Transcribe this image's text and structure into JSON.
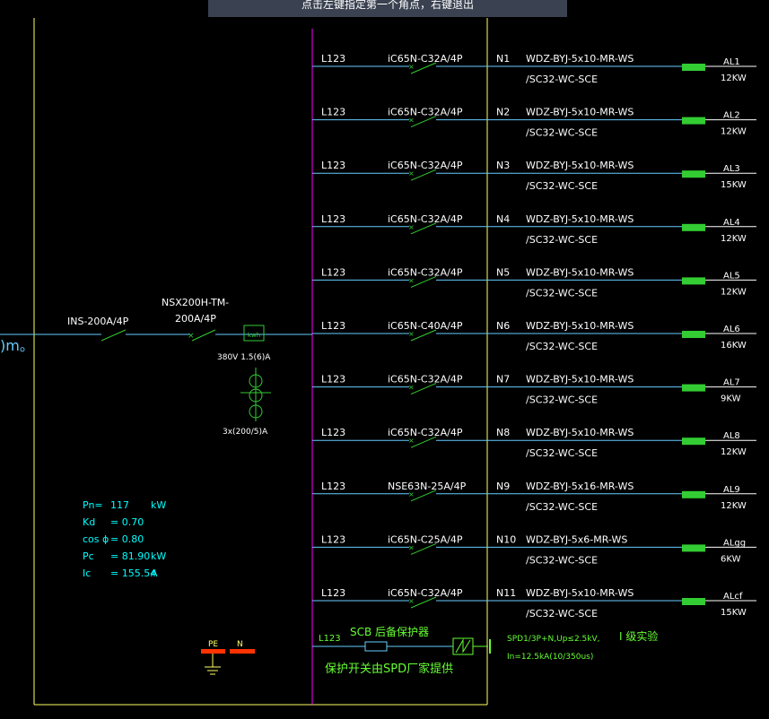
{
  "command_prompt": "点击左键指定第一个角点，右键退出",
  "colors": {
    "background": "#000000",
    "frame": "#ffff66",
    "busbar": "#ff00ff",
    "wire": "#66ccff",
    "text": "#ffffff",
    "calc_text": "#00ffff",
    "spd_text": "#66ff33",
    "load_symbol": "#33cc33",
    "breaker": "#33cc33",
    "ground": "#ff3300"
  },
  "incoming": {
    "source_fragment": ")m。",
    "isolator": "INS-200A/4P",
    "breaker_line1": "NSX200H-TM-",
    "breaker_line2": "200A/4P",
    "meter_label": "kwh",
    "meter_rating": "380V 1.5(6)A",
    "ct_rating": "3x(200/5)A"
  },
  "calculation": [
    {
      "label": "Pn=",
      "value": "117",
      "unit": "kW"
    },
    {
      "label": "Kd",
      "value": "= 0.70",
      "unit": ""
    },
    {
      "label": "cos ϕ",
      "value": "= 0.80",
      "unit": ""
    },
    {
      "label": "Pc",
      "value": "= 81.90",
      "unit": "kW"
    },
    {
      "label": "Ic",
      "value": "= 155.54",
      "unit": "A"
    }
  ],
  "circuits": [
    {
      "phase": "L123",
      "breaker": "iC65N-C32A/4P",
      "id": "N1",
      "cable": "WDZ-BYJ-5x10-MR-WS",
      "conduit": "/SC32-WC-SCE",
      "panel": "AL1",
      "power": "12KW"
    },
    {
      "phase": "L123",
      "breaker": "iC65N-C32A/4P",
      "id": "N2",
      "cable": "WDZ-BYJ-5x10-MR-WS",
      "conduit": "/SC32-WC-SCE",
      "panel": "AL2",
      "power": "12KW"
    },
    {
      "phase": "L123",
      "breaker": "iC65N-C32A/4P",
      "id": "N3",
      "cable": "WDZ-BYJ-5x10-MR-WS",
      "conduit": "/SC32-WC-SCE",
      "panel": "AL3",
      "power": "15KW"
    },
    {
      "phase": "L123",
      "breaker": "iC65N-C32A/4P",
      "id": "N4",
      "cable": "WDZ-BYJ-5x10-MR-WS",
      "conduit": "/SC32-WC-SCE",
      "panel": "AL4",
      "power": "12KW"
    },
    {
      "phase": "L123",
      "breaker": "iC65N-C32A/4P",
      "id": "N5",
      "cable": "WDZ-BYJ-5x10-MR-WS",
      "conduit": "/SC32-WC-SCE",
      "panel": "AL5",
      "power": "12KW"
    },
    {
      "phase": "L123",
      "breaker": "iC65N-C40A/4P",
      "id": "N6",
      "cable": "WDZ-BYJ-5x10-MR-WS",
      "conduit": "/SC32-WC-SCE",
      "panel": "AL6",
      "power": "16KW"
    },
    {
      "phase": "L123",
      "breaker": "iC65N-C32A/4P",
      "id": "N7",
      "cable": "WDZ-BYJ-5x10-MR-WS",
      "conduit": "/SC32-WC-SCE",
      "panel": "AL7",
      "power": "9KW"
    },
    {
      "phase": "L123",
      "breaker": "iC65N-C32A/4P",
      "id": "N8",
      "cable": "WDZ-BYJ-5x10-MR-WS",
      "conduit": "/SC32-WC-SCE",
      "panel": "AL8",
      "power": "12KW"
    },
    {
      "phase": "L123",
      "breaker": "NSE63N-25A/4P",
      "id": "N9",
      "cable": "WDZ-BYJ-5x16-MR-WS",
      "conduit": "/SC32-WC-SCE",
      "panel": "AL9",
      "power": "12KW"
    },
    {
      "phase": "L123",
      "breaker": "iC65N-C25A/4P",
      "id": "N10",
      "cable": "WDZ-BYJ-5x6-MR-WS",
      "conduit": "/SC32-WC-SCE",
      "panel": "ALgg",
      "power": "6KW"
    },
    {
      "phase": "L123",
      "breaker": "iC65N-C32A/4P",
      "id": "N11",
      "cable": "WDZ-BYJ-5x10-MR-WS",
      "conduit": "/SC32-WC-SCE",
      "panel": "ALcf",
      "power": "15KW"
    }
  ],
  "spd": {
    "phase": "L123",
    "scb_label": "SCB 后备保护器",
    "note": "保护开关由SPD厂家提供",
    "spec_line1": "SPD1/3P+N,Up≤2.5kV,",
    "spec_line2": "In=12.5kA(10/350us)",
    "class_label": "I 级实验"
  },
  "grounding": {
    "pe": "PE",
    "n": "N"
  }
}
